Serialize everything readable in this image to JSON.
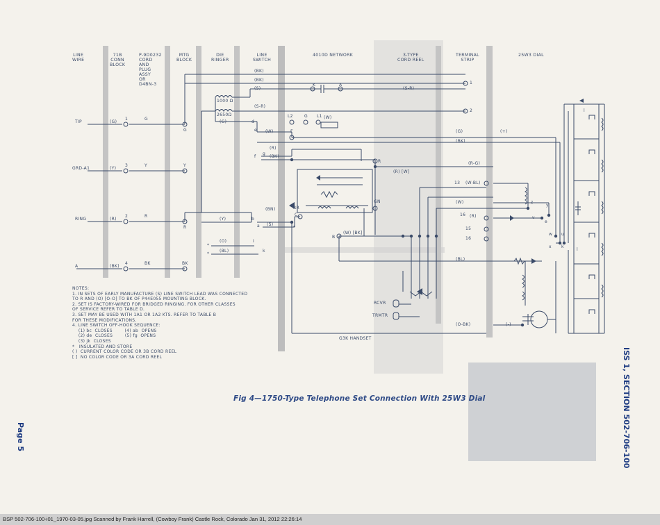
{
  "headers": {
    "line_wire": "LINE\nWIRE",
    "conn_block": "71B\nCONN\nBLOCK",
    "cord": "P-9D0232\nCORD\nAND\nPLUG\nASSY\nOR\nD4BN-3",
    "mtg_block": "MTG\nBLOCK",
    "die_ringer": "DIE\nRINGER",
    "line_switch": "LINE\nSWITCH",
    "network": "4010D NETWORK",
    "cord_reel": "3-TYPE\nCORD REEL",
    "terminal_strip": "TERMINAL\nSTRIP",
    "dial": "25W3 DIAL"
  },
  "line_labels": {
    "tip": "TIP",
    "grd": "GRD-A1",
    "ring": "RING",
    "a": "A"
  },
  "wire_codes": {
    "g_paren": "(G)",
    "y_paren": "(Y)",
    "r_paren": "(R)",
    "bk_paren": "(BK)",
    "g": "G",
    "y": "Y",
    "r": "R",
    "bk": "BK",
    "n1": "1",
    "n3": "3",
    "n2": "2",
    "n4": "4"
  },
  "switch_labels": {
    "bk1": "(BK)",
    "bk2": "(BK)",
    "s": "(S)",
    "s_r": "(S-R)",
    "g": "(G)",
    "w": "(W)",
    "r": "(R)",
    "bk3": "(BK)",
    "y": "(Y)",
    "s2": "(S)",
    "o": "(O)",
    "bl": "(BL)",
    "bn": "(BN)",
    "r1000": "1000 Ω",
    "r2650": "2650Ω",
    "d": "d",
    "e": "e",
    "f": "f",
    "g_sm": "g",
    "b": "b",
    "a": "a",
    "i": "i",
    "k": "k",
    "star1": "*",
    "star2": "*",
    "star3": "*"
  },
  "network_labels": {
    "k": "K",
    "a": "A",
    "l2": "L2",
    "g": "G",
    "l1": "L1",
    "w": "(W)",
    "f": "F",
    "c": "C",
    "rr": "RR",
    "gn": "GN",
    "b": "B",
    "wbk": "(W) [BK]",
    "rw": "(R) [W]",
    "s_r": "(S-R)",
    "r": "R"
  },
  "terminal_labels": {
    "t1": "1",
    "t2": "2",
    "g": "(G)",
    "bk": "(BK)",
    "r_g": "(R-G)",
    "t13": "13",
    "w_bl": "(W-BL)",
    "w": "(W)",
    "t16": "16",
    "r": "(R)",
    "t15": "15",
    "t16b": "16",
    "bl": "(BL)",
    "o_bk": "(O-BK)",
    "minus": "(-)",
    "plus": "(+)",
    "l1": "l",
    "l2": "l"
  },
  "dial_labels": {
    "z": "z",
    "y": "y",
    "v": "v",
    "e": "e",
    "w": "w",
    "u": "u",
    "x": "x",
    "k": "k"
  },
  "handset": {
    "title": "G3K HANDSET",
    "rcvr": "RCVR",
    "trmtr": "TRMTR"
  },
  "notes": [
    "NOTES:",
    "1.  IN SETS OF EARLY MANUFACTURE (S) LINE SWITCH LEAD WAS CONNECTED",
    "    TO R AND (O) [O-O] TO BK OF P44E055 MOUNTING BLOCK.",
    "2.  SET IS FACTORY-WIRED FOR BRIDGED RINGING. FOR OTHER CLASSES",
    "    OF SERVICE REFER TO TABLE D.",
    "3.  SET MAY BE USED WITH 1A1 OR 1A2 KTS. REFER TO TABLE B",
    "    FOR THESE MODIFICATIONS.",
    "4.  LINE SWITCH OFF-HOOK SEQUENCE:",
    "    (1) bc  CLOSES        (4) ab  OPENS",
    "    (2) de  CLOSES        (5) fg  OPENS",
    "    (3) jk  CLOSES",
    "*   INSULATED AND STORE",
    "( )  CURRENT COLOR CODE OR 3B CORD REEL",
    "[ ]  NO COLOR CODE OR 3A CORD REEL"
  ],
  "caption": "Fig 4—1750-Type Telephone Set Connection With 25W3 Dial",
  "section": "ISS 1, SECTION 502-706-100",
  "page": "Page 5",
  "footer": "BSP 502-706-100-i01_1970-03-05.jpg   Scanned by Frank Harrell, (Cowboy Frank) Castle Rock, Colorado  Jan 31, 2012  22:26:14",
  "colors": {
    "ink": "#3a4a68",
    "bars": "#c4c4c4",
    "caption": "#2e4a86",
    "gray_patch": "#cfd1d4"
  }
}
